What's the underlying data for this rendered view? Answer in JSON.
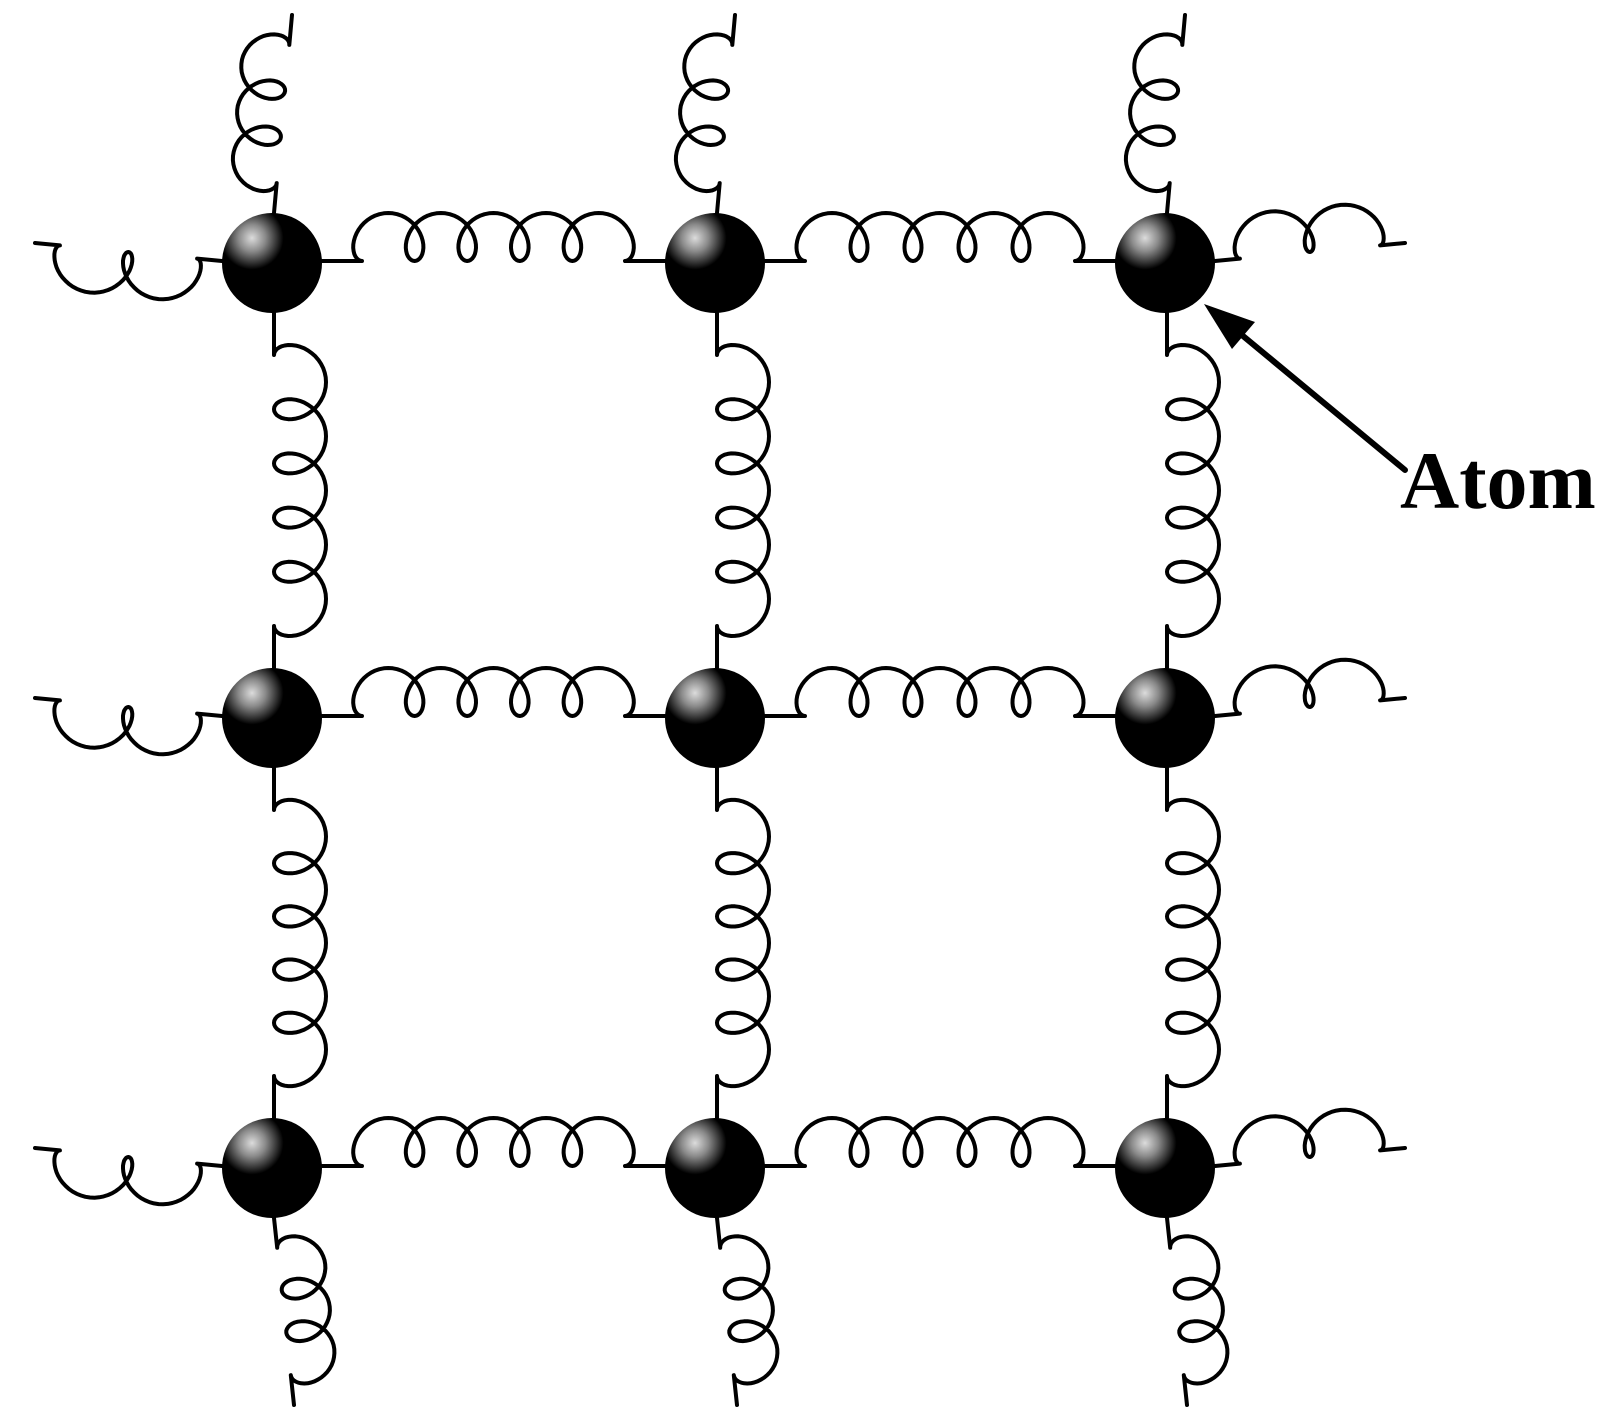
{
  "labels": {
    "atom": "Atom"
  },
  "lattice": {
    "rows": 3,
    "columns": 3,
    "atom_color": "#000000",
    "spring_color": "#000000",
    "highlight_color": "#d8d8d8"
  }
}
